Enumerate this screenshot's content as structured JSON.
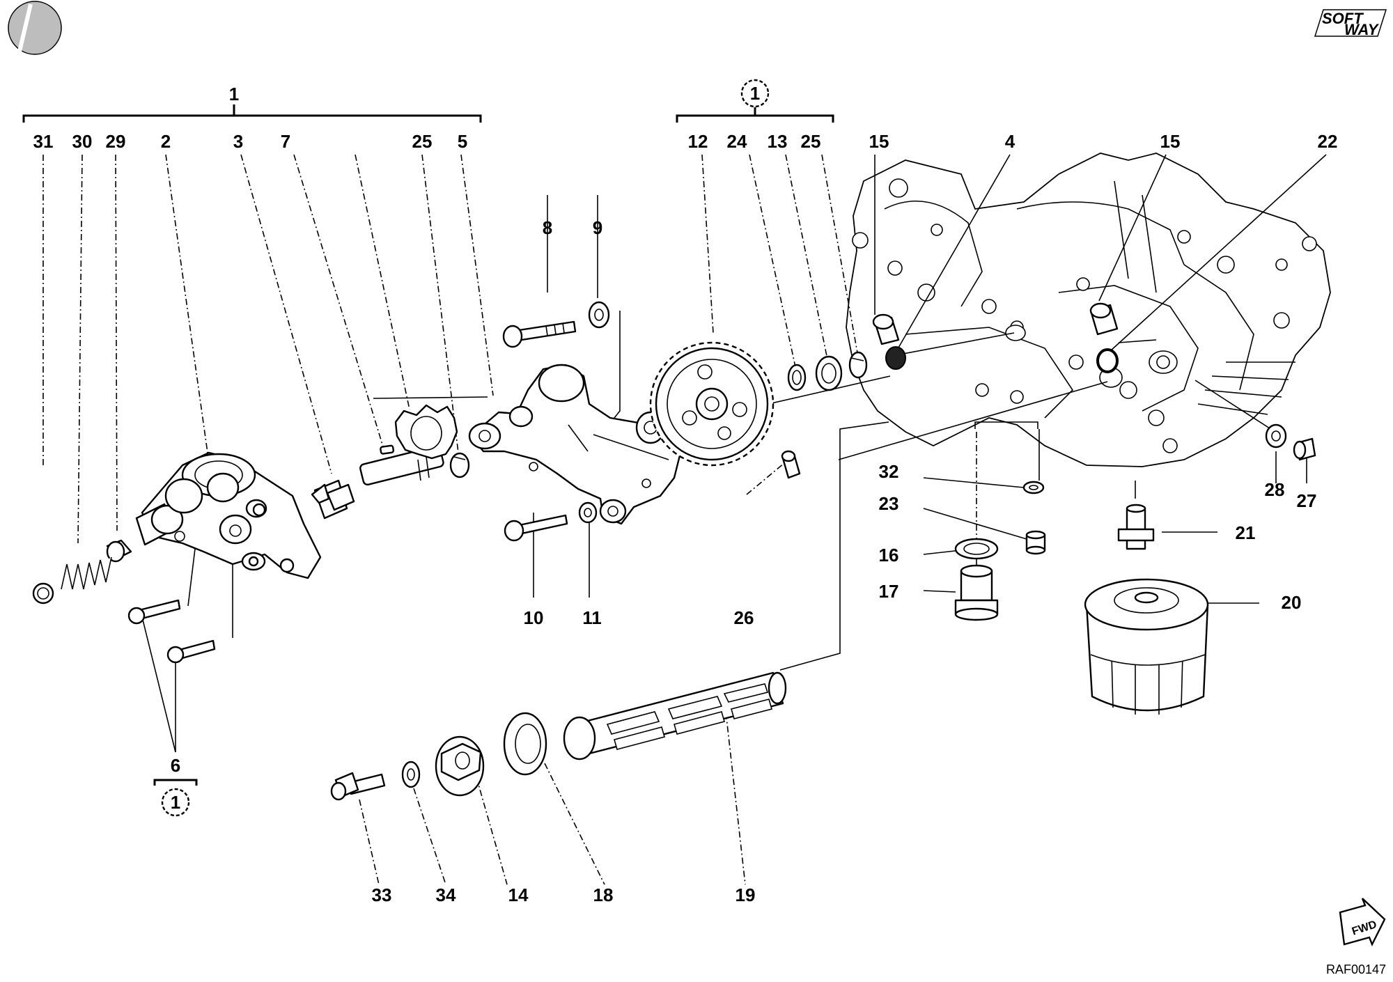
{
  "drawing_code": "RAF00147",
  "logo": {
    "line1": "SOFT",
    "line2": "WAY"
  },
  "fwd_label": "FWD",
  "group_labels": {
    "kit_1": "1",
    "note_1_top": "1",
    "note_1_bottom": "1"
  },
  "labels": {
    "p31": "31",
    "p30": "30",
    "p29": "29",
    "p2": "2",
    "p3": "3",
    "p7": "7",
    "p25a": "25",
    "p5": "5",
    "p12": "12",
    "p24": "24",
    "p13": "13",
    "p25b": "25",
    "p15a": "15",
    "p4": "4",
    "p15b": "15",
    "p22": "22",
    "p8": "8",
    "p9": "9",
    "p10": "10",
    "p11": "11",
    "p26": "26",
    "p32": "32",
    "p23": "23",
    "p16": "16",
    "p17": "17",
    "p21": "21",
    "p20": "20",
    "p28": "28",
    "p27": "27",
    "p6": "6",
    "p33": "33",
    "p34": "34",
    "p14": "14",
    "p18": "18",
    "p19": "19"
  },
  "colors": {
    "ink": "#000000",
    "paper": "#ffffff"
  }
}
